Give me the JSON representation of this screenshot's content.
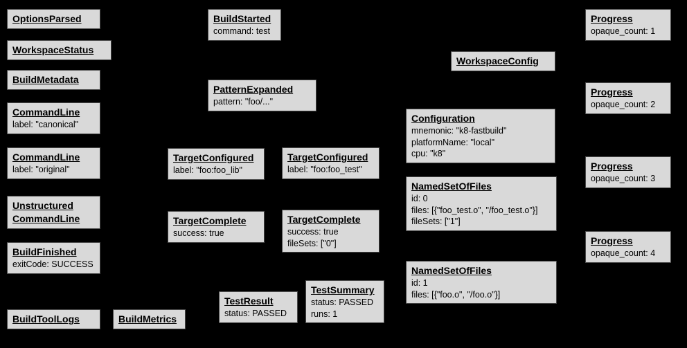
{
  "diagram": {
    "background_color": "#000000",
    "node_fill_color": "#d9d9d9",
    "node_border_color": "#4a4a4a",
    "text_color": "#000000",
    "nodes": {
      "options_parsed": {
        "title": "OptionsParsed"
      },
      "workspace_status": {
        "title": "WorkspaceStatus"
      },
      "build_metadata": {
        "title": "BuildMetadata"
      },
      "command_line_canonical": {
        "title": "CommandLine",
        "lines": [
          "label: \"canonical\""
        ]
      },
      "command_line_original": {
        "title": "CommandLine",
        "lines": [
          "label: \"original\""
        ]
      },
      "unstructured_command_line": {
        "title": "Unstructured",
        "title2": "CommandLine"
      },
      "build_finished": {
        "title": "BuildFinished",
        "lines": [
          "exitCode: SUCCESS"
        ]
      },
      "build_tool_logs": {
        "title": "BuildToolLogs"
      },
      "build_metrics": {
        "title": "BuildMetrics"
      },
      "build_started": {
        "title": "BuildStarted",
        "lines": [
          "command: test"
        ]
      },
      "pattern_expanded": {
        "title": "PatternExpanded",
        "lines": [
          "pattern: \"foo/...\""
        ]
      },
      "target_configured_lib": {
        "title": "TargetConfigured",
        "lines": [
          "label: \"foo:foo_lib\""
        ]
      },
      "target_configured_test": {
        "title": "TargetConfigured",
        "lines": [
          "label: \"foo:foo_test\""
        ]
      },
      "target_complete_lib": {
        "title": "TargetComplete",
        "lines": [
          "success: true"
        ]
      },
      "target_complete_test": {
        "title": "TargetComplete",
        "lines": [
          "success: true",
          "fileSets: [\"0\"]"
        ]
      },
      "test_result": {
        "title": "TestResult",
        "lines": [
          "status: PASSED"
        ]
      },
      "test_summary": {
        "title": "TestSummary",
        "lines": [
          "status: PASSED",
          "runs: 1"
        ]
      },
      "workspace_config": {
        "title": "WorkspaceConfig"
      },
      "configuration": {
        "title": "Configuration",
        "lines": [
          "mnemonic: \"k8-fastbuild\"",
          "platformName: \"local\"",
          "cpu: \"k8\""
        ]
      },
      "named_set_of_files_0": {
        "title": "NamedSetOfFiles",
        "lines": [
          "id: 0",
          "files: [{\"foo_test.o\", \"/foo_test.o\"}]",
          "fileSets: [\"1\"]"
        ]
      },
      "named_set_of_files_1": {
        "title": "NamedSetOfFiles",
        "lines": [
          "id: 1",
          "files: [{\"foo.o\", \"/foo.o\"}]"
        ]
      },
      "progress_1": {
        "title": "Progress",
        "lines": [
          "opaque_count: 1"
        ]
      },
      "progress_2": {
        "title": "Progress",
        "lines": [
          "opaque_count: 2"
        ]
      },
      "progress_3": {
        "title": "Progress",
        "lines": [
          "opaque_count: 3"
        ]
      },
      "progress_4": {
        "title": "Progress",
        "lines": [
          "opaque_count: 4"
        ]
      }
    }
  }
}
